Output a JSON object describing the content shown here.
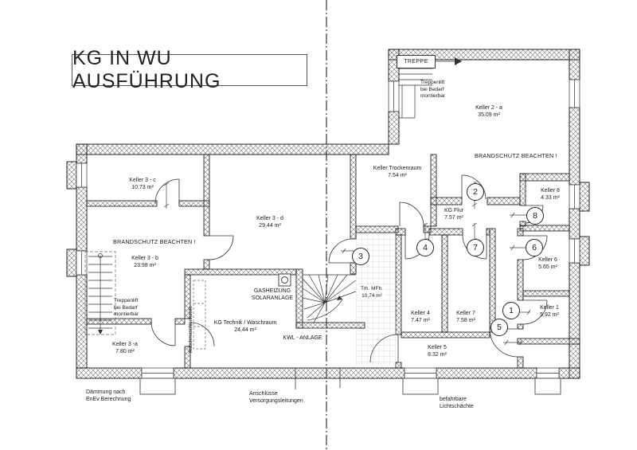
{
  "title": "KG IN WU AUSFÜHRUNG",
  "ink_color": "#1a1a1a",
  "rooms": [
    {
      "name": "Keller 3 - c",
      "area": "10.73 m²"
    },
    {
      "name": "Keller 3 - b",
      "area": "23.98 m²"
    },
    {
      "name": "Keller 3 - d",
      "area": "29,44 m²"
    },
    {
      "name": "Keller 3 -a",
      "area": "7.80 m²"
    },
    {
      "name": "KG Technik / Waschraum",
      "area": "24,44 m²"
    },
    {
      "name": "Keller Trockenraum",
      "area": "7.54 m²"
    },
    {
      "name": "KG Flur",
      "area": "7.57 m²"
    },
    {
      "name": "Keller 2 - a",
      "area": "35.09 m²"
    },
    {
      "name": "Keller 8",
      "area": "4.33 m²"
    },
    {
      "name": "Keller 6",
      "area": "5.65 m²"
    },
    {
      "name": "Keller 1",
      "area": "5,92 m²"
    },
    {
      "name": "Keller 4",
      "area": "7.47 m²"
    },
    {
      "name": "Keller 7",
      "area": "7.58 m²"
    },
    {
      "name": "Keller 5",
      "area": "8.32 m²"
    },
    {
      "name": "Trh. MFh.",
      "area": "10,74 m²"
    }
  ],
  "annotations": {
    "brandschutz_left": "BRANDSCHUTZ BEACHTEN !",
    "brandschutz_right": "BRANDSCHUTZ BEACHTEN !",
    "treppe": "TREPPE",
    "treppenlift_l1": "Treppenlift",
    "treppenlift_l2": "bei Bedarf",
    "treppenlift_l3": "montierbar",
    "gasheizung_l1": "GASHEIZUNG",
    "gasheizung_l2": "SOLARANLAGE",
    "kwl": "KWL - ANLAGE",
    "waschmaschinenzeile": "Waschmaschinenzeile",
    "daemmung_l1": "Dämmung nach",
    "daemmung_l2": "EnEv Berechnung",
    "anschluesse_l1": "Anschlüsse",
    "anschluesse_l2": "Versorgungsleitungen",
    "befahrbare_l1": "befahrbare",
    "befahrbare_l2": "Lichtschächte"
  },
  "markers": [
    "1",
    "2",
    "3",
    "4",
    "5",
    "6",
    "7",
    "8"
  ]
}
